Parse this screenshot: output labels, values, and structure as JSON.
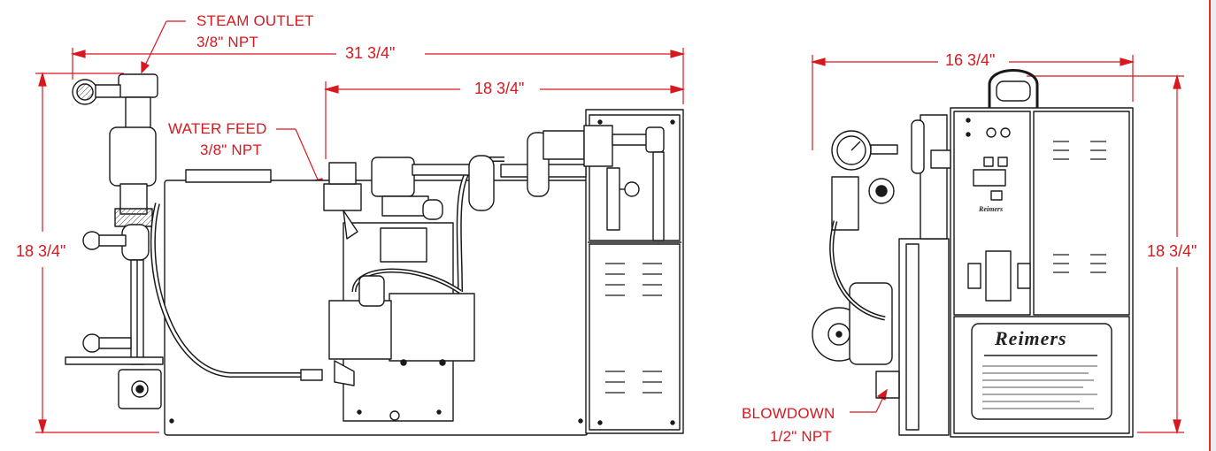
{
  "labels": {
    "steam_outlet_title": "STEAM OUTLET",
    "steam_outlet_size": "3/8\" NPT",
    "water_feed_title": "WATER FEED",
    "water_feed_size": "3/8\" NPT",
    "blowdown_title": "BLOWDOWN",
    "blowdown_size": "1/2\" NPT"
  },
  "dimensions": {
    "front_overall_width": "31 3/4\"",
    "front_cabinet_width": "18 3/4\"",
    "front_height": "18 3/4\"",
    "side_width": "16 3/4\"",
    "side_height": "18 3/4\""
  },
  "brand": {
    "nameplate": "Reimers",
    "panel_logo": "Reimers"
  },
  "colors": {
    "dimension_red": "#d8181f",
    "line_black": "#1a1a1a",
    "page_background": "#ececec"
  }
}
